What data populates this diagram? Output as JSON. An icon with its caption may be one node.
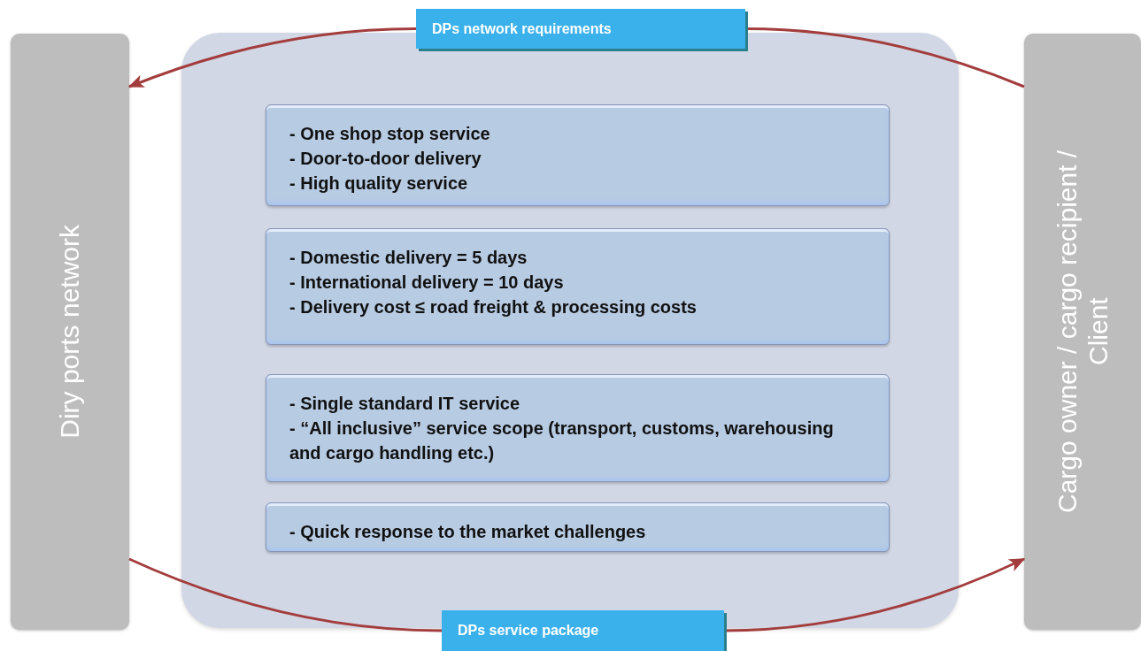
{
  "diagram": {
    "nodes": [
      {
        "text": [
          "Diry ports network"
        ]
      },
      {
        "text": [],
        "shape": "box"
      },
      {
        "text": [
          "DPs network requirements"
        ]
      },
      {
        "text": [
          "- One shop stop service",
          "- Door-to-door delivery",
          "- High quality service"
        ],
        "in": 1
      },
      {
        "text": [
          "- Domestic delivery = 5 days",
          "- International delivery = 10 days",
          "- Delivery cost ≤ road freight & processing costs"
        ],
        "in": 1
      },
      {
        "text": [
          "- Single standard IT service",
          "-  “All inclusive” service scope (transport, customs, warehousing and cargo handling etc.)"
        ],
        "in": 1
      },
      {
        "text": [
          "- Quick response to the market challenges"
        ],
        "in": 1
      },
      {
        "text": [
          "DPs service package"
        ]
      },
      {
        "text": [
          "Cargo owner / cargo recipient / Client"
        ]
      }
    ],
    "edges": [
      {
        "from": 8,
        "to": 2,
        "arrow": "none"
      },
      {
        "from": 2,
        "to": 0,
        "arrow": "to"
      },
      {
        "from": 0,
        "to": 7,
        "arrow": "none"
      },
      {
        "from": 7,
        "to": 8,
        "arrow": "to"
      }
    ]
  }
}
